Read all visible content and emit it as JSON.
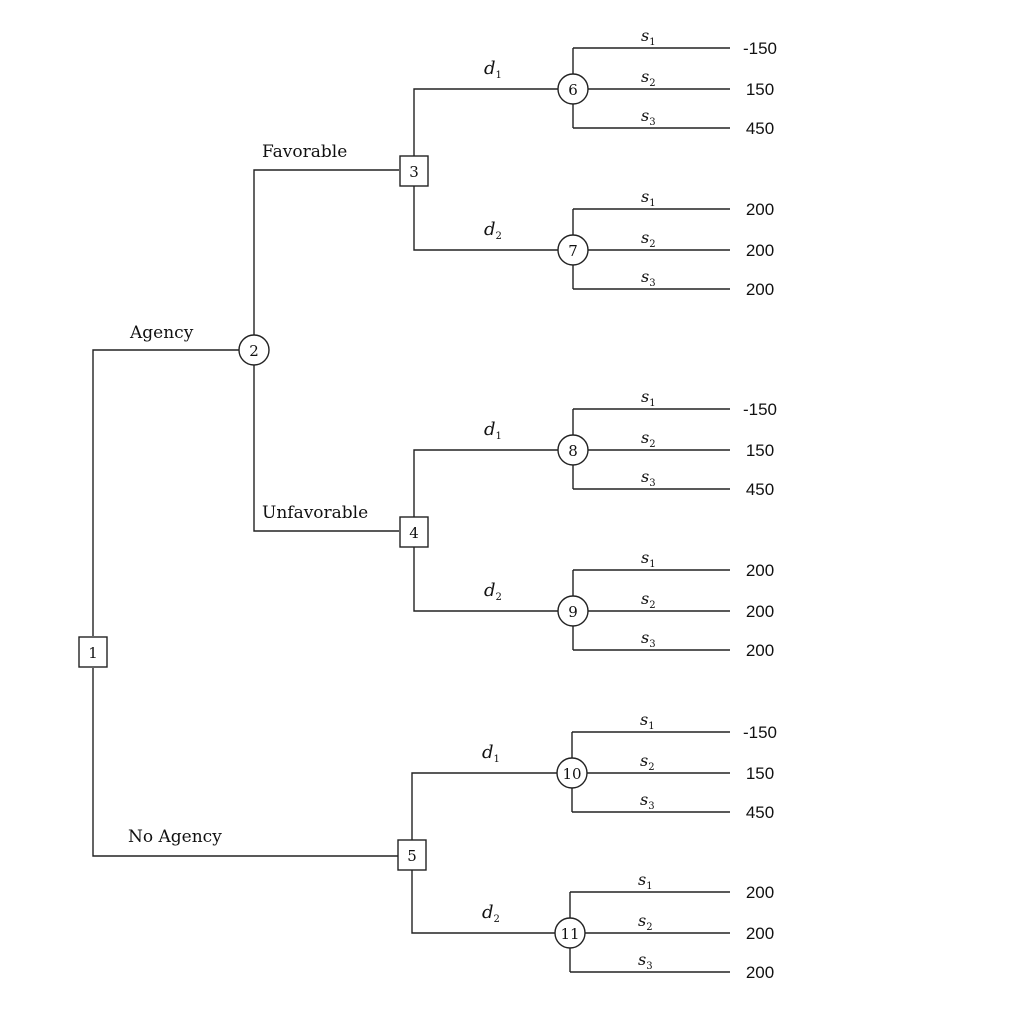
{
  "nodes": [
    {
      "id": "1",
      "type": "decision"
    },
    {
      "id": "2",
      "type": "chance"
    },
    {
      "id": "3",
      "type": "decision"
    },
    {
      "id": "4",
      "type": "decision"
    },
    {
      "id": "5",
      "type": "decision"
    },
    {
      "id": "6",
      "type": "chance"
    },
    {
      "id": "7",
      "type": "chance"
    },
    {
      "id": "8",
      "type": "chance"
    },
    {
      "id": "9",
      "type": "chance"
    },
    {
      "id": "10",
      "type": "chance"
    },
    {
      "id": "11",
      "type": "chance"
    }
  ],
  "branch_labels": {
    "agency": "Agency",
    "no_agency": "No Agency",
    "favorable": "Favorable",
    "unfavorable": "Unfavorable"
  },
  "decisions": [
    {
      "from": "3",
      "label": "d",
      "sub": "1",
      "to": "6"
    },
    {
      "from": "3",
      "label": "d",
      "sub": "2",
      "to": "7"
    },
    {
      "from": "4",
      "label": "d",
      "sub": "1",
      "to": "8"
    },
    {
      "from": "4",
      "label": "d",
      "sub": "2",
      "to": "9"
    },
    {
      "from": "5",
      "label": "d",
      "sub": "1",
      "to": "10"
    },
    {
      "from": "5",
      "label": "d",
      "sub": "2",
      "to": "11"
    }
  ],
  "state_label": "s",
  "state_subs": [
    "1",
    "2",
    "3"
  ],
  "payoffs": {
    "6": [
      "-150",
      "150",
      "450"
    ],
    "7": [
      "200",
      "200",
      "200"
    ],
    "8": [
      "-150",
      "150",
      "450"
    ],
    "9": [
      "200",
      "200",
      "200"
    ],
    "10": [
      "-150",
      "150",
      "450"
    ],
    "11": [
      "200",
      "200",
      "200"
    ]
  }
}
